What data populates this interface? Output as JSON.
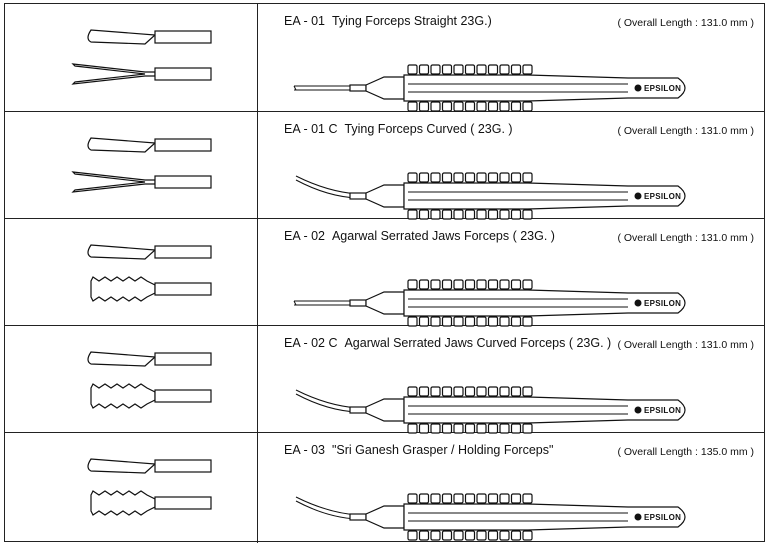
{
  "brand": "EPSILON",
  "products": [
    {
      "code": "EA - 01",
      "name": "Tying Forceps Straight  23G.)",
      "length": "( Overall Length : 131.0 mm )",
      "tip": "smooth-straight"
    },
    {
      "code": "EA - 01 C",
      "name": "Tying Forceps Curved ( 23G. )",
      "length": "( Overall Length : 131.0 mm )",
      "tip": "smooth-curved"
    },
    {
      "code": "EA - 02",
      "name": "Agarwal Serrated Jaws Forceps ( 23G. )",
      "length": "( Overall Length : 131.0 mm )",
      "tip": "serrated-straight"
    },
    {
      "code": "EA - 02 C",
      "name": "Agarwal Serrated Jaws Curved Forceps ( 23G. )",
      "length": "( Overall Length : 131.0 mm )",
      "tip": "serrated-curved"
    },
    {
      "code": "EA - 03",
      "name": "\"Sri Ganesh Grasper / Holding Forceps\"",
      "length": "( Overall Length : 135.0 mm )",
      "tip": "grasper-curved"
    }
  ]
}
